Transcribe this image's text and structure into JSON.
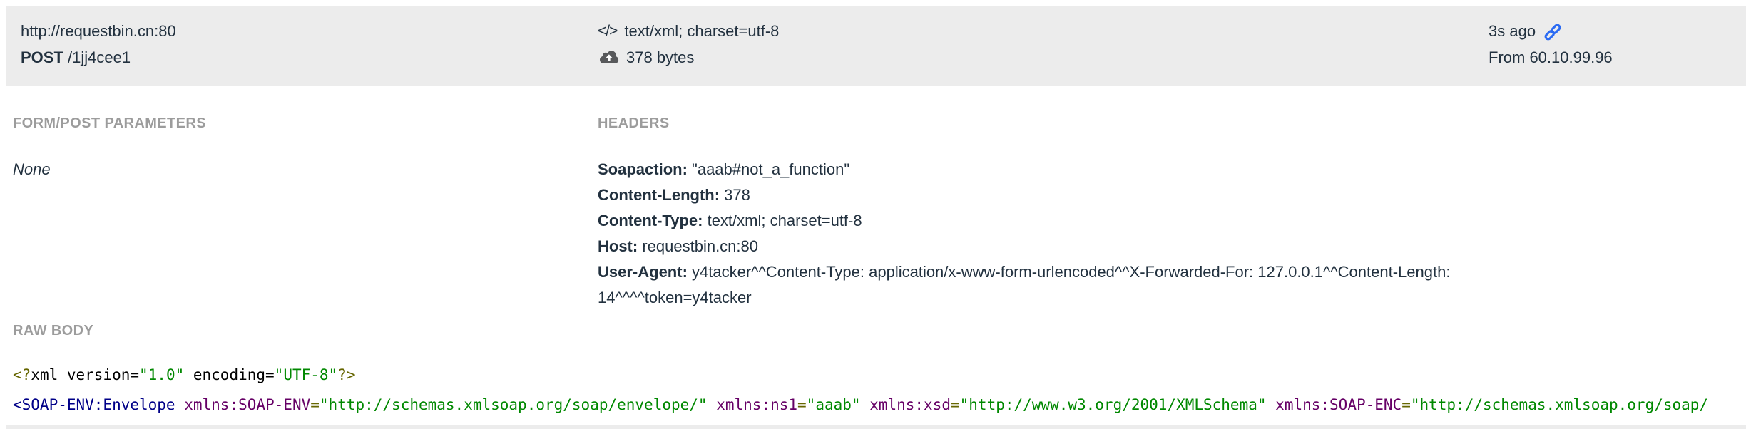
{
  "bar": {
    "url": "http://requestbin.cn:80",
    "method": "POST",
    "path": "/1jj4cee1",
    "content_type": "text/xml; charset=utf-8",
    "size": "378 bytes",
    "time_ago": "3s ago",
    "from": "From 60.10.99.96",
    "icons": {
      "code_icon": "</>",
      "cloud_icon": "cloud-upload-icon",
      "link_icon": "permalink-link-icon"
    }
  },
  "params": {
    "title": "FORM/POST PARAMETERS",
    "empty": "None"
  },
  "headers": {
    "title": "HEADERS",
    "items": [
      {
        "name": "Soapaction",
        "value": "\"aaab#not_a_function\""
      },
      {
        "name": "Content-Length",
        "value": "378"
      },
      {
        "name": "Content-Type",
        "value": "text/xml; charset=utf-8"
      },
      {
        "name": "Host",
        "value": "requestbin.cn:80"
      },
      {
        "name": "User-Agent",
        "value": "y4tacker^^Content-Type: application/x-www-form-urlencoded^^X-Forwarded-For: 127.0.0.1^^Content-Length: 14^^^^token=y4tacker"
      }
    ]
  },
  "raw_body": {
    "title": "RAW BODY",
    "lines": [
      [
        {
          "t": "pun",
          "v": "<?"
        },
        {
          "t": "pln",
          "v": "xml version="
        },
        {
          "t": "atv",
          "v": "\"1.0\""
        },
        {
          "t": "pln",
          "v": " encoding="
        },
        {
          "t": "atv",
          "v": "\"UTF-8\""
        },
        {
          "t": "pun",
          "v": "?>"
        }
      ],
      [
        {
          "t": "tag",
          "v": "<SOAP-ENV:Envelope"
        },
        {
          "t": "pln",
          "v": " "
        },
        {
          "t": "atn",
          "v": "xmlns:SOAP-ENV"
        },
        {
          "t": "pun",
          "v": "="
        },
        {
          "t": "atv",
          "v": "\"http://schemas.xmlsoap.org/soap/envelope/\""
        },
        {
          "t": "pln",
          "v": " "
        },
        {
          "t": "atn",
          "v": "xmlns:ns1"
        },
        {
          "t": "pun",
          "v": "="
        },
        {
          "t": "atv",
          "v": "\"aaab\""
        },
        {
          "t": "pln",
          "v": " "
        },
        {
          "t": "atn",
          "v": "xmlns:xsd"
        },
        {
          "t": "pun",
          "v": "="
        },
        {
          "t": "atv",
          "v": "\"http://www.w3.org/2001/XMLSchema\""
        },
        {
          "t": "pln",
          "v": " "
        },
        {
          "t": "atn",
          "v": "xmlns:SOAP-ENC"
        },
        {
          "t": "pun",
          "v": "="
        },
        {
          "t": "atv",
          "v": "\"http://schemas.xmlsoap.org/soap/"
        }
      ]
    ]
  },
  "colors": {
    "bar-bg": "#ececec",
    "text-dark": "#22313f",
    "heading-gray": "#9c9c9c",
    "link-blue": "#2b6bf3",
    "icon-gray": "#58595b",
    "c-pln": "#000000",
    "c-pun": "#666600",
    "c-atv": "#008800",
    "c-atn": "#660066",
    "c-tag": "#000088"
  }
}
